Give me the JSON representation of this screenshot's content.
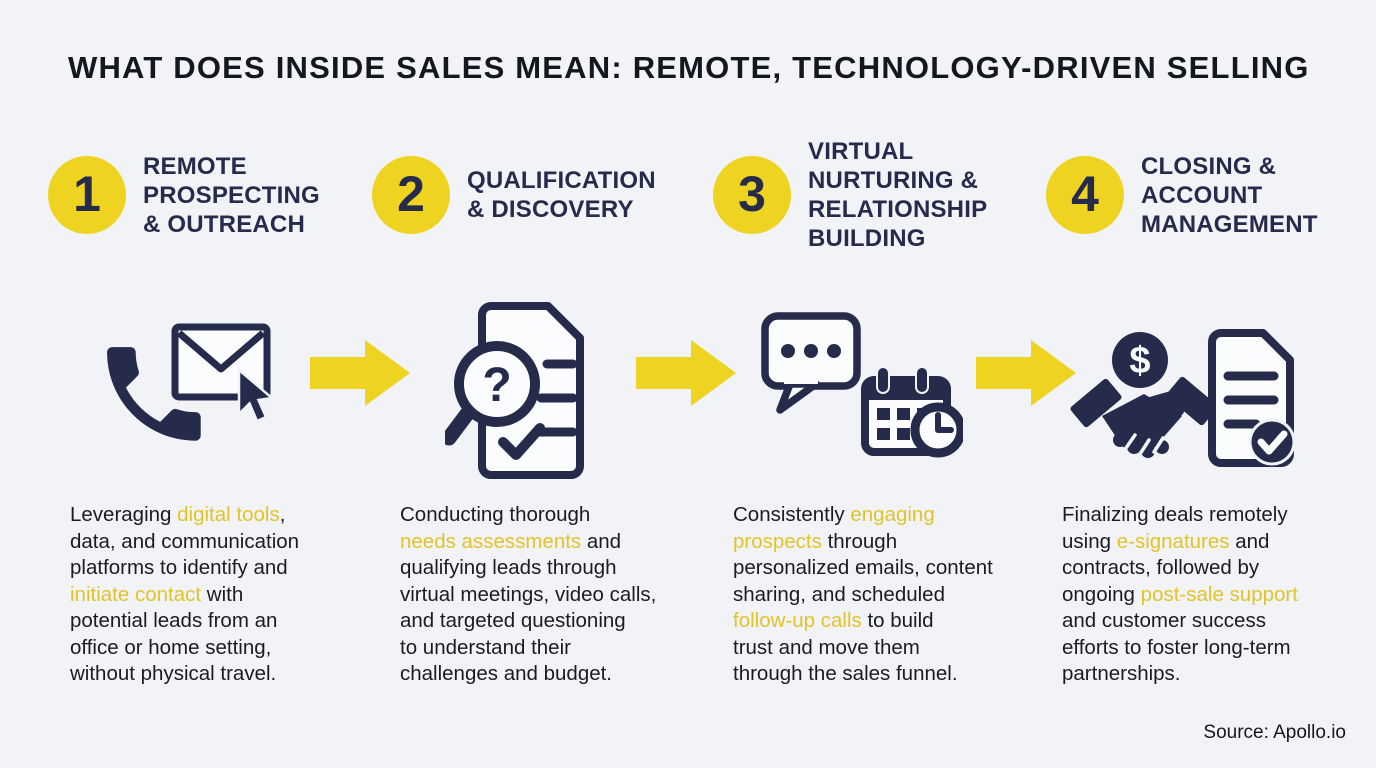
{
  "title": "WHAT DOES INSIDE SALES MEAN: REMOTE, TECHNOLOGY-DRIVEN SELLING",
  "source": "Source: Apollo.io",
  "colors": {
    "background": "#F1F3F6",
    "navy": "#262B4C",
    "yellow": "#EFD321",
    "highlight": "#E3C32A",
    "body_text": "#1C1C1E",
    "title_text": "#15171E"
  },
  "steps": [
    {
      "number": "1",
      "heading": "REMOTE\nPROSPECTING\n& OUTREACH",
      "icons": [
        "phone-icon",
        "email-cursor-icon"
      ],
      "description_segments": [
        {
          "text": "Leveraging ",
          "highlight": false
        },
        {
          "text": "digital tools",
          "highlight": true
        },
        {
          "text": ",\ndata, and communication\nplatforms to identify and\n",
          "highlight": false
        },
        {
          "text": "initiate contact",
          "highlight": true
        },
        {
          "text": " with\npotential leads from an\noffice or home setting,\nwithout physical travel.",
          "highlight": false
        }
      ]
    },
    {
      "number": "2",
      "heading": "QUALIFICATION\n& DISCOVERY",
      "icons": [
        "document-search-icon"
      ],
      "description_segments": [
        {
          "text": "Conducting thorough\n",
          "highlight": false
        },
        {
          "text": "needs assessments",
          "highlight": true
        },
        {
          "text": " and\nqualifying leads through\nvirtual meetings, video calls,\nand targeted questioning\nto understand their\nchallenges and budget.",
          "highlight": false
        }
      ]
    },
    {
      "number": "3",
      "heading": "VIRTUAL\nNURTURING &\nRELATIONSHIP\nBUILDING",
      "icons": [
        "chat-bubble-icon",
        "calendar-clock-icon"
      ],
      "description_segments": [
        {
          "text": "Consistently ",
          "highlight": false
        },
        {
          "text": "engaging\nprospects",
          "highlight": true
        },
        {
          "text": " through\npersonalized emails, content\nsharing, and scheduled\n",
          "highlight": false
        },
        {
          "text": "follow-up calls",
          "highlight": true
        },
        {
          "text": " to build\ntrust and move them\nthrough the sales funnel.",
          "highlight": false
        }
      ]
    },
    {
      "number": "4",
      "heading": "CLOSING &\nACCOUNT\nMANAGEMENT",
      "icons": [
        "dollar-handshake-icon",
        "contract-check-icon"
      ],
      "description_segments": [
        {
          "text": "Finalizing deals remotely\nusing ",
          "highlight": false
        },
        {
          "text": "e-signatures",
          "highlight": true
        },
        {
          "text": " and\ncontracts, followed by\nongoing ",
          "highlight": false
        },
        {
          "text": "post-sale support",
          "highlight": true
        },
        {
          "text": "\nand customer success\nefforts to foster long-term\npartnerships.",
          "highlight": false
        }
      ]
    }
  ]
}
